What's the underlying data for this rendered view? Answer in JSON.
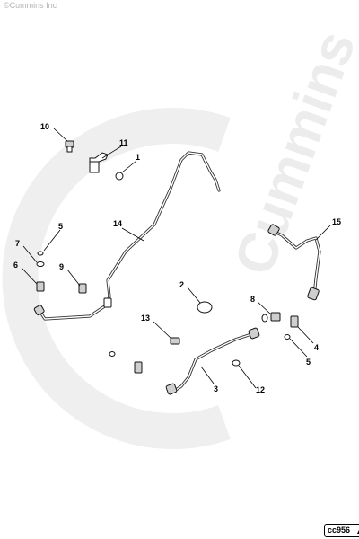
{
  "copyright": "©Cummins Inc",
  "watermark": {
    "text": "Cummins",
    "color": "#ebebeb"
  },
  "callouts": [
    {
      "id": "c10",
      "label": "10"
    },
    {
      "id": "c11",
      "label": "11"
    },
    {
      "id": "c1",
      "label": "1"
    },
    {
      "id": "c14",
      "label": "14"
    },
    {
      "id": "c5a",
      "label": "5"
    },
    {
      "id": "c7",
      "label": "7"
    },
    {
      "id": "c6",
      "label": "6"
    },
    {
      "id": "c9",
      "label": "9"
    },
    {
      "id": "c2",
      "label": "2"
    },
    {
      "id": "c13",
      "label": "13"
    },
    {
      "id": "c8",
      "label": "8"
    },
    {
      "id": "c15",
      "label": "15"
    },
    {
      "id": "c4",
      "label": "4"
    },
    {
      "id": "c5b",
      "label": "5"
    },
    {
      "id": "c3",
      "label": "3"
    },
    {
      "id": "c12",
      "label": "12"
    }
  ],
  "reference": {
    "code": "cc956",
    "icon": "up-arrow-icon"
  }
}
